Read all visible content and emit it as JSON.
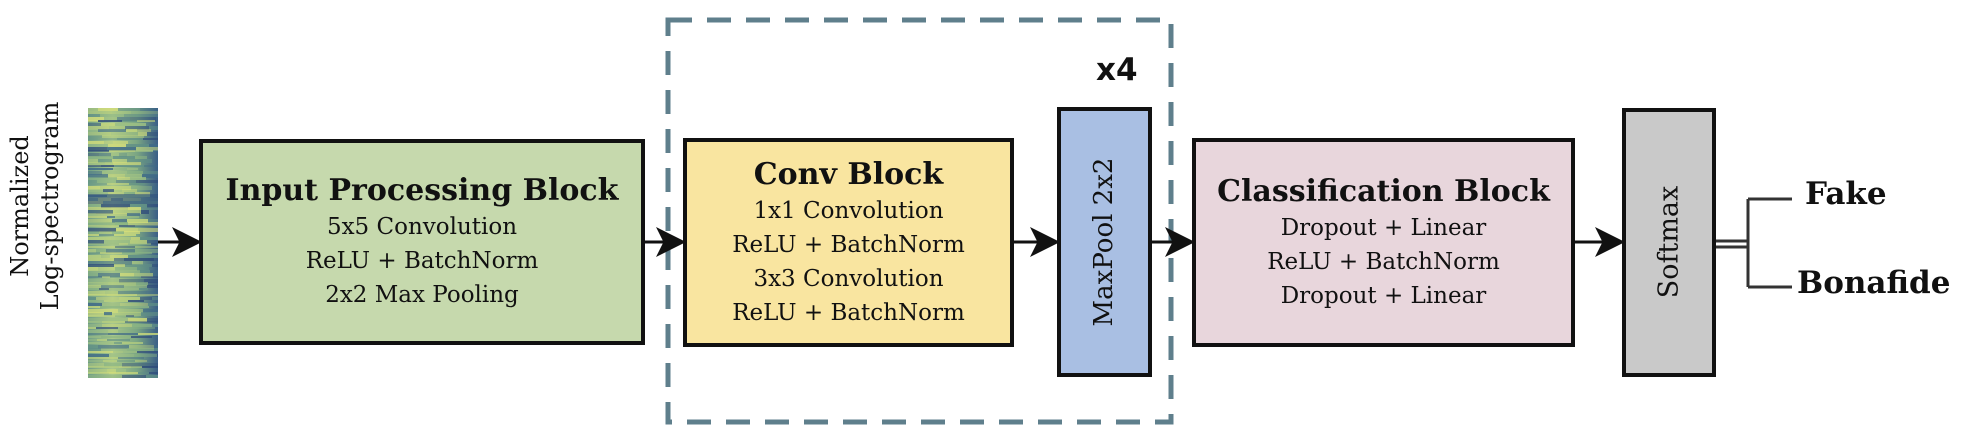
{
  "input": {
    "label_lines": [
      "Normalized",
      "Log-spectrogram"
    ]
  },
  "blocks": {
    "input_processing": {
      "title": "Input Processing Block",
      "lines": [
        "5x5 Convolution",
        "ReLU + BatchNorm",
        "2x2 Max Pooling"
      ]
    },
    "conv": {
      "title": "Conv Block",
      "lines": [
        "1x1 Convolution",
        "ReLU + BatchNorm",
        "3x3 Convolution",
        "ReLU + BatchNorm"
      ]
    },
    "maxpool": {
      "label": "MaxPool 2x2"
    },
    "classification": {
      "title": "Classification Block",
      "lines": [
        "Dropout + Linear",
        "ReLU + BatchNorm",
        "Dropout + Linear"
      ]
    },
    "softmax": {
      "label": "Softmax"
    }
  },
  "repeat": {
    "label": "x4"
  },
  "outputs": {
    "fake": "Fake",
    "bonafide": "Bonafide"
  },
  "colors": {
    "input_block": "#c6d9ad",
    "conv_block": "#f9e5a0",
    "maxpool_block": "#a9bfe3",
    "classification_block": "#e8d6dc",
    "softmax_block": "#c9c9c9",
    "repeat_frame": "#5f7f8c"
  }
}
